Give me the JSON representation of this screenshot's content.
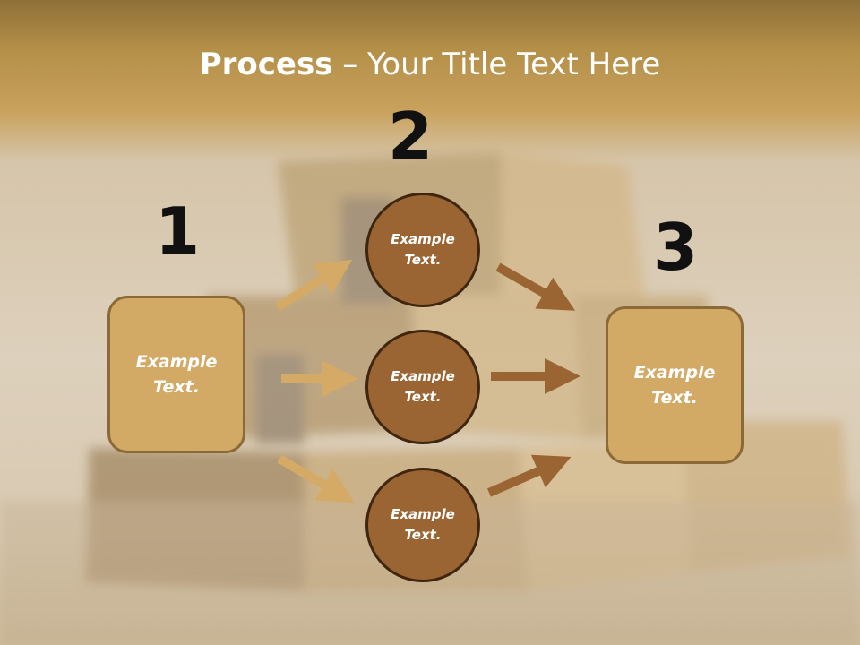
{
  "title": {
    "bold": "Process",
    "rest": " – Your Title Text Here"
  },
  "steps": [
    {
      "number": "1",
      "text": "Example Text."
    },
    {
      "number": "2",
      "items": [
        "Example Text.",
        "Example Text.",
        "Example Text."
      ]
    },
    {
      "number": "3",
      "text": "Example Text."
    }
  ],
  "colors": {
    "box_fill": "#d2a965",
    "box_border": "#8c6a38",
    "circle_fill": "#9a6533",
    "circle_border": "#3e2610",
    "arrow_light": "#d4aa66",
    "arrow_dark": "#9a6533"
  }
}
